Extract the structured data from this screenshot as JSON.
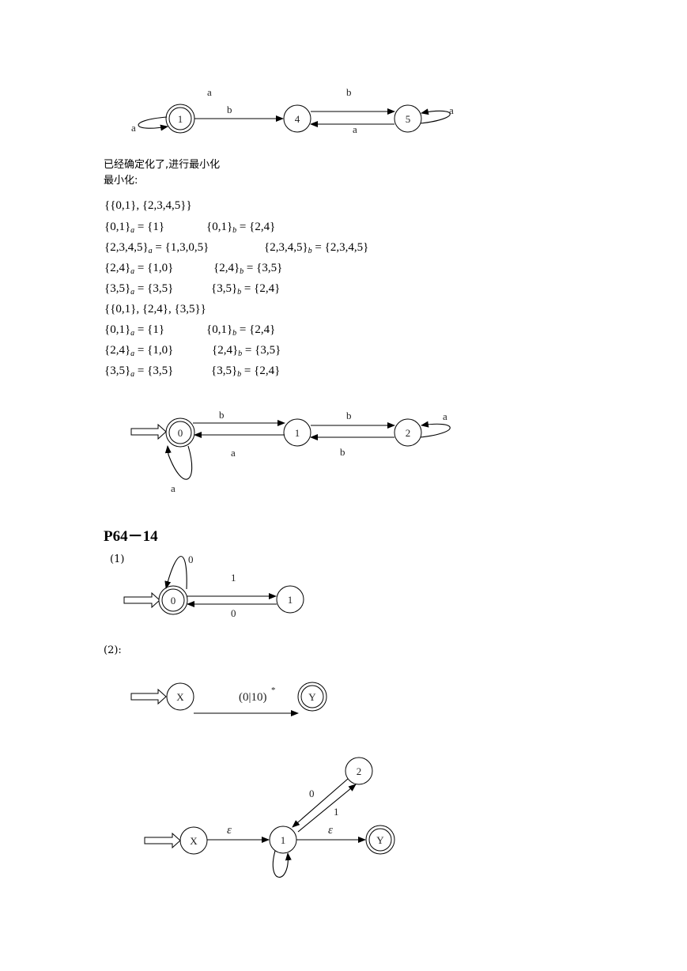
{
  "diagram1": {
    "states": [
      "1",
      "4",
      "5"
    ],
    "labels": {
      "loop_1": "a",
      "e_1_4": "b",
      "top_a": "a",
      "e_4_5": "b",
      "e_5_4": "a",
      "loop_5": "a"
    }
  },
  "text": {
    "line1": "已经确定化了,进行最小化",
    "line2": "最小化:"
  },
  "math": [
    [
      "{{0,1},  {2,3,4,5}}",
      ""
    ],
    [
      "{0,1}|a| = {1}",
      "{0,1}|b| = {2,4}"
    ],
    [
      "{2,3,4,5}|a| = {1,3,0,5}",
      "{2,3,4,5}|b| = {2,3,4,5}"
    ],
    [
      "{2,4}|a| = {1,0}",
      "{2,4}|b| = {3,5}"
    ],
    [
      "{3,5}|a| = {3,5}",
      "{3,5}|b| = {2,4}"
    ],
    [
      "{{0,1}, {2,4}, {3,5}}",
      ""
    ],
    [
      "{0,1}|a| = {1}",
      "{0,1}|b| = {2,4}"
    ],
    [
      "{2,4}|a| = {1,0}",
      "{2,4}|b| = {3,5}"
    ],
    [
      "{3,5}|a| = {3,5}",
      "{3,5}|b| = {2,4}"
    ]
  ],
  "diagram2": {
    "states": [
      "0",
      "1",
      "2"
    ],
    "labels": {
      "e_0_1": "b",
      "e_1_0": "a",
      "e_1_2": "b",
      "e_2_1": "b",
      "loop_2": "a",
      "loop_0": "a"
    }
  },
  "section": {
    "title": "P64－14"
  },
  "part1": {
    "label": "(1)",
    "states": [
      "0",
      "1"
    ],
    "labels": {
      "loop_0": "0",
      "e_0_1": "1",
      "e_1_0": "0"
    }
  },
  "part2": {
    "label": "(2):",
    "states": [
      "X",
      "Y"
    ],
    "edge_label": "(0|10)",
    "edge_sup": "*"
  },
  "diagram3": {
    "states": [
      "X",
      "1",
      "2",
      "Y"
    ],
    "labels": {
      "e_x_1": "ε",
      "e_1_y": "ε",
      "e_2_1": "0",
      "e_1_2": "1"
    }
  }
}
